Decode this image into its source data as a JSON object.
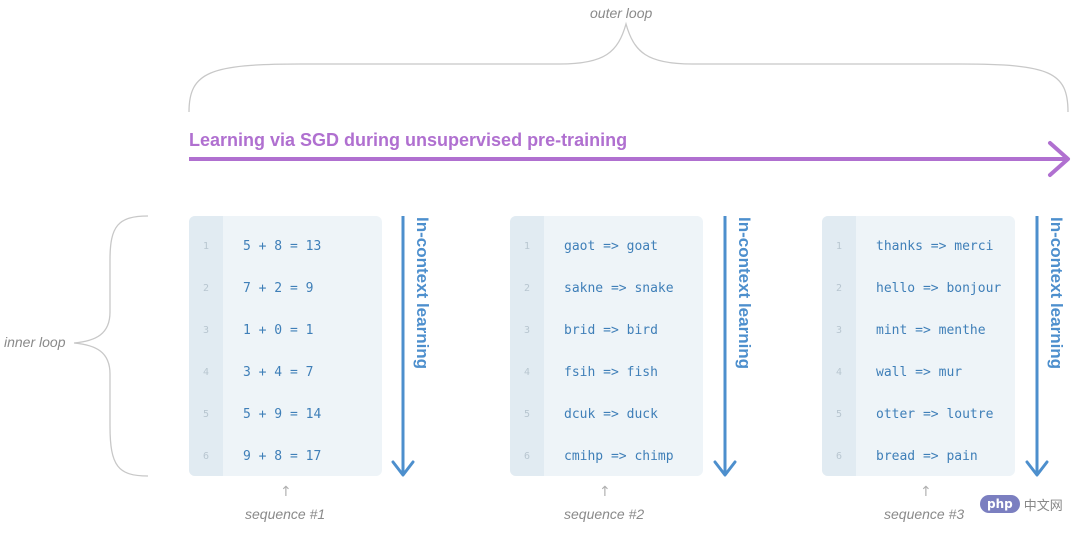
{
  "outer_loop_label": "outer loop",
  "inner_loop_label": "inner loop",
  "main_arrow_label": "Learning via SGD during unsupervised pre-training",
  "in_context_label": "In-context learning",
  "colors": {
    "purple": "#b070d0",
    "blue": "#4d8fcd",
    "code": "#3f7fb8",
    "card_bg": "#eef4f8",
    "gutter_bg": "#e1ebf2",
    "brace": "#c8c8c8"
  },
  "sequences": [
    {
      "caption": "sequence #1",
      "lines": [
        {
          "num": "1",
          "text": "5 + 8 = 13"
        },
        {
          "num": "2",
          "text": "7 + 2 = 9"
        },
        {
          "num": "3",
          "text": "1 + 0 = 1"
        },
        {
          "num": "4",
          "text": "3 + 4 = 7"
        },
        {
          "num": "5",
          "text": "5 + 9 = 14"
        },
        {
          "num": "6",
          "text": "9 + 8 = 17"
        }
      ]
    },
    {
      "caption": "sequence #2",
      "lines": [
        {
          "num": "1",
          "text": "gaot => goat"
        },
        {
          "num": "2",
          "text": "sakne => snake"
        },
        {
          "num": "3",
          "text": "brid => bird"
        },
        {
          "num": "4",
          "text": "fsih => fish"
        },
        {
          "num": "5",
          "text": "dcuk => duck"
        },
        {
          "num": "6",
          "text": "cmihp => chimp"
        }
      ]
    },
    {
      "caption": "sequence #3",
      "lines": [
        {
          "num": "1",
          "text": "thanks => merci"
        },
        {
          "num": "2",
          "text": "hello => bonjour"
        },
        {
          "num": "3",
          "text": "mint => menthe"
        },
        {
          "num": "4",
          "text": "wall => mur"
        },
        {
          "num": "5",
          "text": "otter => loutre"
        },
        {
          "num": "6",
          "text": "bread => pain"
        }
      ]
    }
  ],
  "watermark": {
    "badge": "php",
    "text": "中文网"
  }
}
